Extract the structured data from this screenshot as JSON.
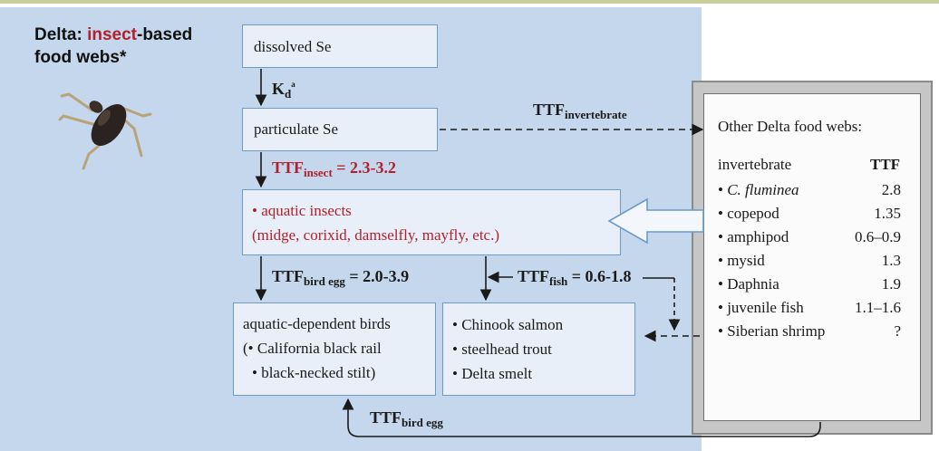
{
  "title": {
    "prefix": "Delta: ",
    "highlight": "insect",
    "suffix": "-based",
    "line2": "food webs*"
  },
  "boxes": {
    "dissolved": "dissolved Se",
    "particulate": "particulate Se",
    "insects_line1": "• aquatic insects",
    "insects_line2": "(midge, corixid, damselfly, mayfly, etc.)",
    "birds": [
      "aquatic-dependent birds",
      "(• California black rail",
      "• black-necked stilt)"
    ],
    "fish": [
      "• Chinook salmon",
      "• steelhead trout",
      "• Delta smelt"
    ]
  },
  "labels": {
    "kd": {
      "main": "K",
      "sub": "d",
      "sup": "a"
    },
    "ttf_invert": {
      "main": "TTF",
      "sub": "invertebrate"
    },
    "ttf_insect": {
      "main": "TTF",
      "sub": "insect",
      "value": " = 2.3-3.2"
    },
    "ttf_bird_egg": {
      "main": "TTF",
      "sub": "bird egg",
      "value": " = 2.0-3.9"
    },
    "ttf_fish": {
      "main": "TTF",
      "sub": "fish",
      "value": " = 0.6-1.8"
    },
    "ttf_bird_egg_bottom": {
      "main": "TTF",
      "sub": "bird egg"
    }
  },
  "other": {
    "title": "Other Delta food webs:",
    "header": {
      "col1": "invertebrate",
      "col2": "TTF"
    },
    "rows": [
      {
        "name": "• ",
        "italic": "C. fluminea",
        "ttf": "2.8"
      },
      {
        "name": "• copepod",
        "italic": "",
        "ttf": "1.35"
      },
      {
        "name": "• amphipod",
        "italic": "",
        "ttf": "0.6–0.9"
      },
      {
        "name": "• mysid",
        "italic": "",
        "ttf": "1.3"
      },
      {
        "name": "• Daphnia",
        "italic": "",
        "ttf": "1.9"
      },
      {
        "name": "• juvenile fish",
        "italic": "",
        "ttf": "1.1–1.6"
      },
      {
        "name": "• Siberian shrimp",
        "italic": "",
        "ttf": "?"
      }
    ]
  },
  "colors": {
    "panel": "#c5d7ec",
    "box_fill": "#e8eff8",
    "box_border": "#6c9bc9",
    "accent_red": "#b2202c"
  }
}
